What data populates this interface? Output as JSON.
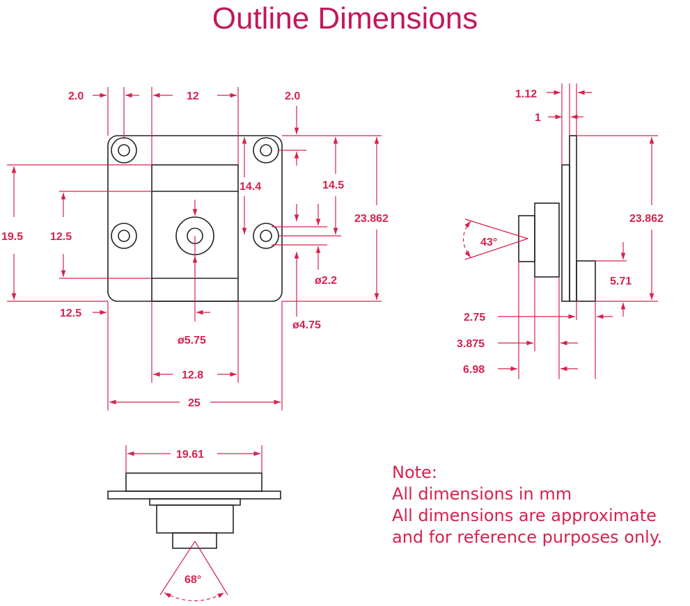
{
  "title": "Outline Dimensions",
  "colors": {
    "accent": "#c2185b",
    "dimension": "#d6224f",
    "outline": "#222222"
  },
  "front_view": {
    "labels": {
      "left_margin": "2.0",
      "top_width": "12",
      "right_margin": "2.0",
      "inner_height": "14.4",
      "hole_spacing_v": "14.5",
      "overall_height": "23.862",
      "left_height": "19.5",
      "lens_height": "12.5",
      "left_offset": "12.5",
      "small_hole": "ø2.2",
      "mount_hole": "ø4.75",
      "lens_dia": "ø5.75",
      "lens_width": "12.8",
      "overall_width": "25"
    }
  },
  "side_view": {
    "labels": {
      "pcb_thickness": "1.12",
      "board": "1",
      "height": "23.862",
      "connector": "5.71",
      "fov": "43°",
      "d1": "2.75",
      "d2": "3.875",
      "d3": "6.98"
    }
  },
  "bottom_view": {
    "labels": {
      "width": "19.61",
      "fov": "68°"
    }
  },
  "note": {
    "heading": "Note:",
    "line1": "All dimensions in mm",
    "line2": "All dimensions are approximate",
    "line3": "and for reference purposes only."
  }
}
